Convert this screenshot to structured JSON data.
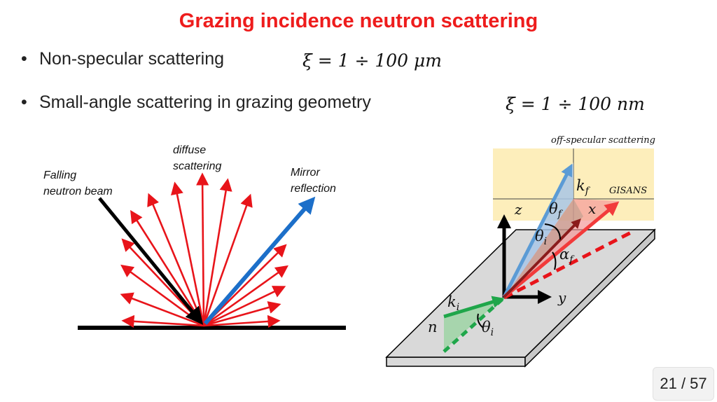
{
  "slide": {
    "title": "Grazing incidence neutron scattering",
    "bullets": [
      {
        "text": "Non-specular scattering",
        "formula": "ξ = 1 ÷ 100 μm"
      },
      {
        "text": "Small-angle scattering in grazing geometry",
        "formula": "ξ = 1 ÷ 100 nm"
      }
    ],
    "page_indicator": "21 / 57"
  },
  "left_diagram": {
    "label_falling": [
      "Falling",
      "neutron beam"
    ],
    "label_diffuse": [
      "diffuse",
      "scattering"
    ],
    "label_mirror": [
      "Mirror",
      "reflection"
    ],
    "colors": {
      "incident": "#000000",
      "diffuse": "#e8141a",
      "mirror": "#1c6fc9"
    }
  },
  "right_diagram": {
    "label_off_specular": "off-specular scattering",
    "label_gisans": "GISANS",
    "axis_z": "z",
    "axis_x": "x",
    "axis_y": "y",
    "label_kf": "k",
    "label_kf_sub": "f",
    "label_ki": "k",
    "label_ki_sub": "i",
    "label_theta_f": "θ",
    "label_theta_f_sub": "f",
    "label_theta_i": "θ",
    "label_theta_i_sub": "i",
    "label_theta_i2": "θ",
    "label_theta_i2_sub": "i",
    "label_alpha_f": "α",
    "label_alpha_f_sub": "f",
    "label_n": "n",
    "colors": {
      "plane": "#fdeebb",
      "slab": "#d9d9d9",
      "kf": "#5b9bd5",
      "ki": "#1fa64a",
      "gisans": "#f23b3b"
    }
  }
}
